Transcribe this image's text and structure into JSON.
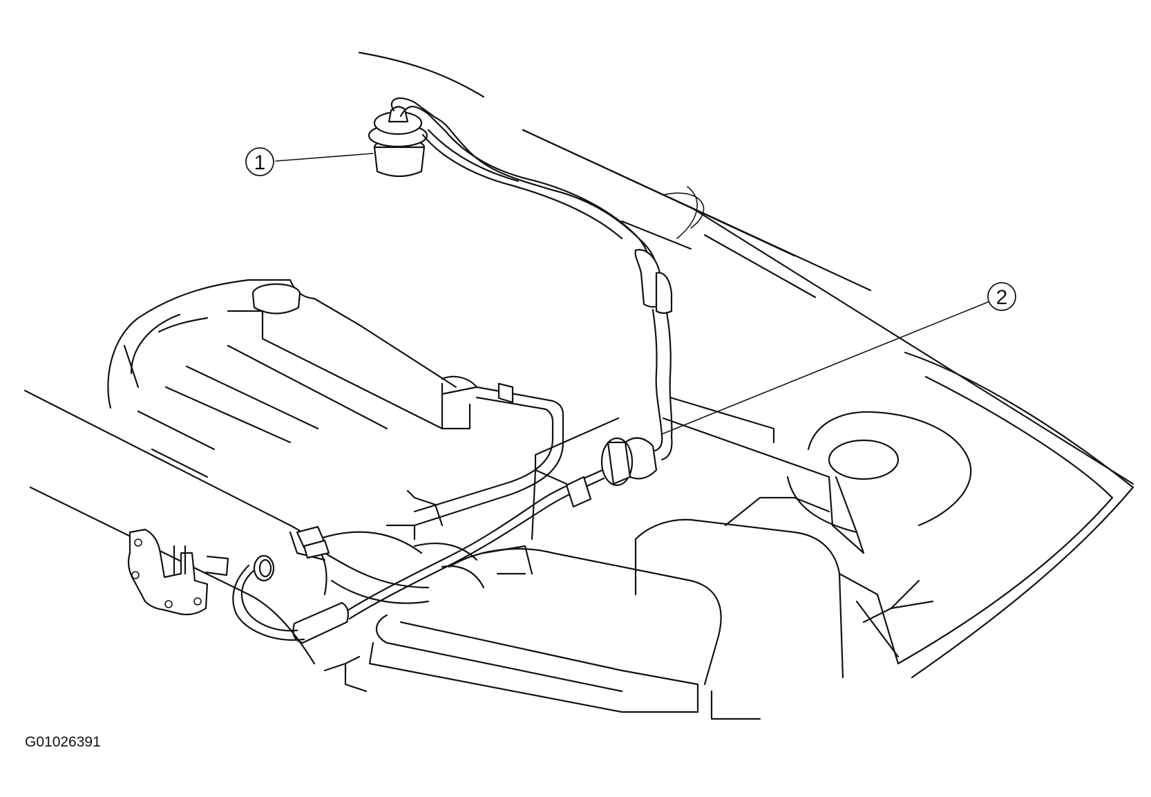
{
  "figure": {
    "id": "G01026391",
    "callouts": [
      {
        "number": "1"
      },
      {
        "number": "2"
      }
    ]
  }
}
